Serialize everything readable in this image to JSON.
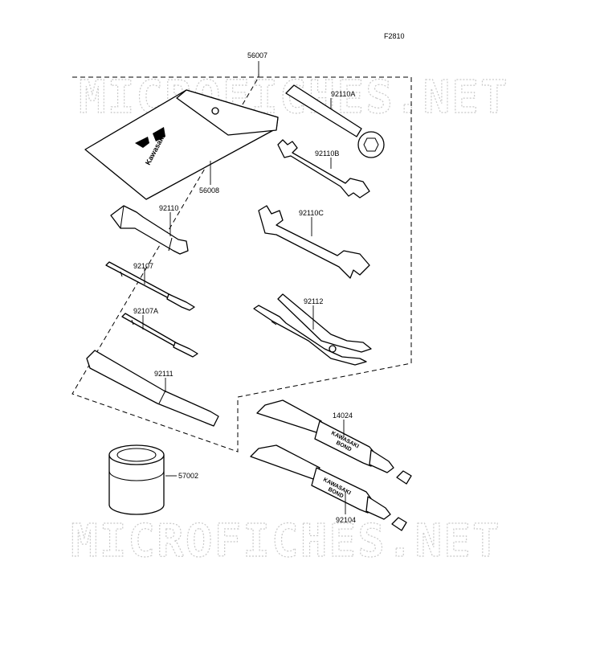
{
  "figure_code": "F2810",
  "watermark": "MICROFICHES.NET",
  "brand_text": "Kawasaki",
  "bond_text_line1": "KAWASAKI",
  "bond_text_line2": "BOND",
  "labels": {
    "kit": "56007",
    "pouch": "56008",
    "wrench_a": "92110A",
    "wrench_b": "92110B",
    "wrench_c": "92110C",
    "socket": "92110",
    "screwdriver": "92107",
    "screwdriver_a": "92107A",
    "pliers": "92112",
    "handle": "92111",
    "bond_1": "14024",
    "bond_2": "92104",
    "can": "57002"
  }
}
